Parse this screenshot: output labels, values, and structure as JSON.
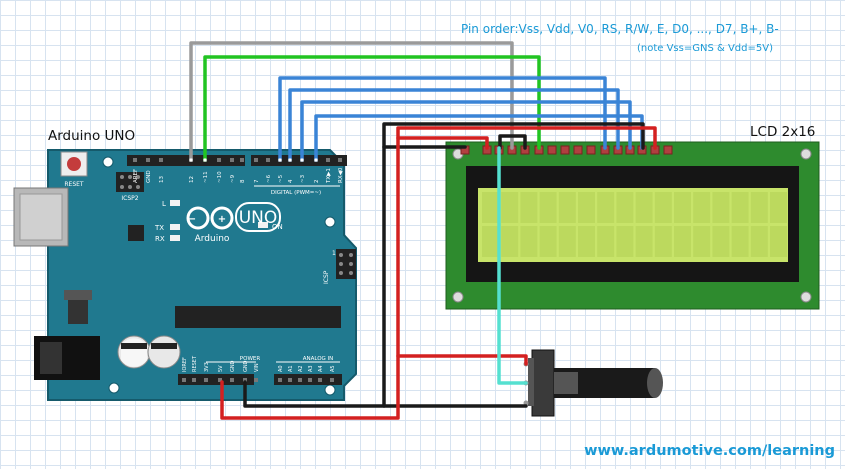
{
  "labels": {
    "pin_order": "Pin order:Vss, Vdd, V0, RS, R/W, E, D0, ..., D7, B+, B-",
    "note": "(note Vss=GNS & Vdd=5V)",
    "arduino_title": "Arduino UNO",
    "lcd_title": "LCD 2x16",
    "url": "www.ardumotive.com/learning"
  },
  "board": {
    "reset_label": "RESET",
    "icsp2_label": "ICSP2",
    "icsp_label": "ICSP",
    "l_led": "L",
    "tx_led": "TX",
    "rx_led": "RX",
    "on_led": "ON",
    "brand": "Arduino",
    "model": "UNO",
    "digital_label": "DIGITAL (PWM=~)",
    "power_label": "POWER",
    "analog_label": "ANALOG IN",
    "top_pins": [
      "AREF",
      "GND",
      "13",
      "12",
      "~11",
      "~10",
      "~9",
      "8",
      "7",
      "~6",
      "~5",
      "4",
      "~3",
      "2",
      "TX▶1",
      "RX◀0"
    ],
    "bottom_pins": [
      "IOREF",
      "RESET",
      "3V3",
      "5V",
      "GND",
      "GND",
      "VIN",
      "A0",
      "A1",
      "A2",
      "A3",
      "A4",
      "A5"
    ],
    "icsp_num": "1"
  },
  "colors": {
    "board": "#20798f",
    "lcd_pcb": "#2e8b2e",
    "lcd_screen": "#c8e46a",
    "wire_gray": "#9a9a9a",
    "wire_green": "#22c422",
    "wire_blue": "#3a84d6",
    "wire_black": "#1a1a1a",
    "wire_red": "#d42020",
    "wire_cyan": "#55e0d0",
    "url": "#1a9ad6"
  }
}
